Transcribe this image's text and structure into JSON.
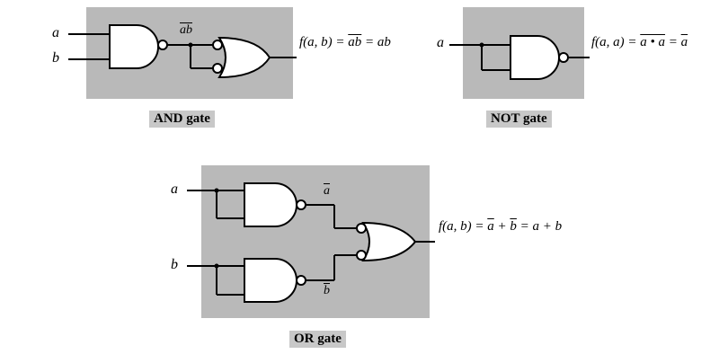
{
  "and_gate": {
    "input_a": "a",
    "input_b": "b",
    "intermediate": "ab",
    "output_prefix": "f(a, b) =",
    "output_overlined": "ab",
    "output_suffix": "= ab",
    "caption": "AND gate"
  },
  "not_gate": {
    "input_a": "a",
    "output_prefix": "f(a, a) =",
    "output_overlined": "a • a",
    "output_eq": "=",
    "output_tail": "a",
    "caption": "NOT gate"
  },
  "or_gate": {
    "input_a": "a",
    "input_b": "b",
    "label_not_a": "a",
    "label_not_b": "b",
    "output_prefix": "f(a, b) =",
    "out_a": "a",
    "plus": "+",
    "out_b": "b",
    "output_suffix": "= a + b",
    "caption": "OR gate"
  }
}
